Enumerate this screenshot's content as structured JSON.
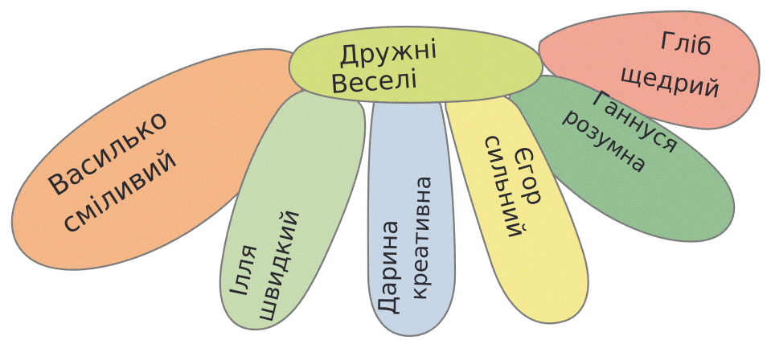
{
  "drawing": {
    "center": {
      "line1": "Дружні",
      "line2": "Веселі",
      "color": "#c9d63c"
    },
    "petals": [
      {
        "id": "vasylko",
        "line1": "Василько",
        "line2": "сміливий",
        "color": "#f2a253"
      },
      {
        "id": "illia",
        "line1": "Ілля",
        "line2": "швидкий",
        "color": "#b9d39a"
      },
      {
        "id": "daryna",
        "line1": "Дарина",
        "line2": "креативна",
        "color": "#b8cce0"
      },
      {
        "id": "yehor",
        "line1": "Єгор",
        "line2": "сильний",
        "color": "#f2e46a"
      },
      {
        "id": "hannusia",
        "line1": "Ганнуся",
        "line2": "розумна",
        "color": "#6cae6a"
      },
      {
        "id": "hlib",
        "line1": "Гліб",
        "line2": "щедрий",
        "color": "#ee8a6d"
      }
    ]
  }
}
